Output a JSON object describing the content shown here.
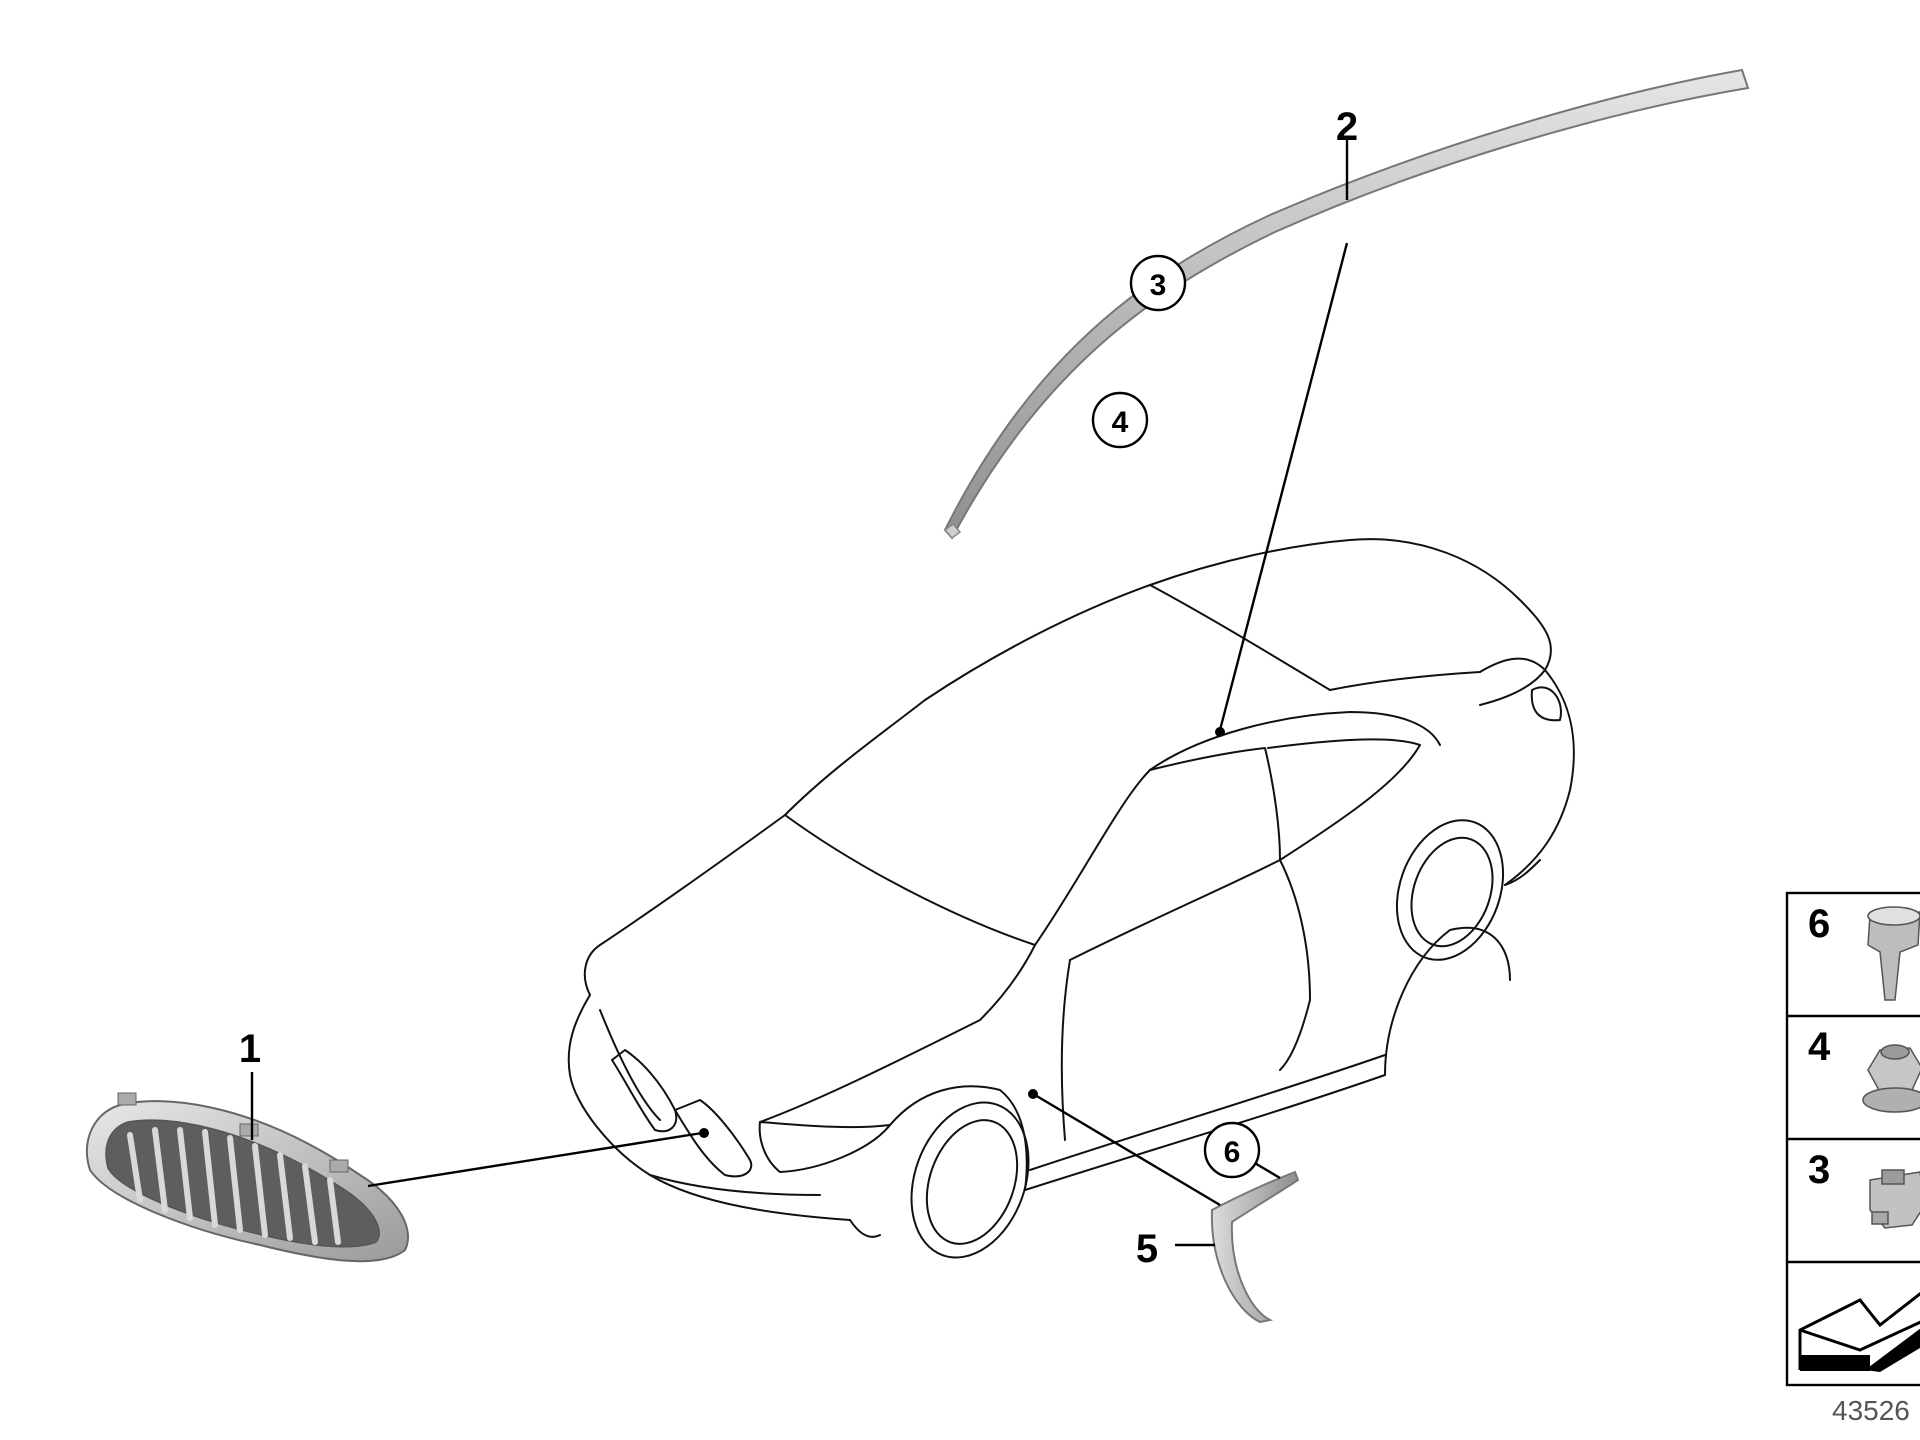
{
  "callouts": {
    "grille": "1",
    "roof_trim": "2",
    "clip": "3",
    "nut": "4",
    "side_trim": "5",
    "expanding_rivet": "6"
  },
  "legend": {
    "items": [
      {
        "label": "6",
        "icon": "expanding-rivet-icon"
      },
      {
        "label": "4",
        "icon": "nut-icon"
      },
      {
        "label": "3",
        "icon": "clip-icon"
      },
      {
        "label": "",
        "icon": "arrow-icon"
      }
    ]
  },
  "reference_id": "43526",
  "colors": {
    "line": "#111111",
    "part_fill": "#bdbdbd",
    "part_stroke": "#777777"
  }
}
